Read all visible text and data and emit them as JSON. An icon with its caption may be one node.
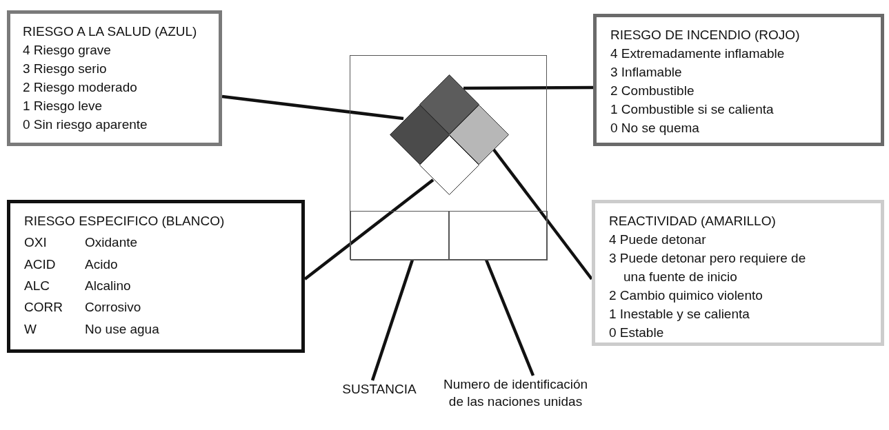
{
  "diagram": {
    "nodes": [
      {
        "text": [
          "RIESGO A LA SALUD (AZUL)",
          "4 Riesgo grave",
          "3 Riesgo serio",
          "2 Riesgo moderado",
          "1 Riesgo leve",
          "0 Sin riesgo aparente"
        ]
      },
      {
        "text": [
          "RIESGO DE INCENDIO (ROJO)",
          "4 Extremadamente inflamable",
          "3 Inflamable",
          "2 Combustible",
          "1 Combustible si se calienta",
          "0 No se quema"
        ]
      },
      {
        "text": [
          "RIESGO ESPECIFICO (BLANCO)",
          "OXI",
          "Oxidante",
          "ACID",
          "Acido",
          "ALC",
          "Alcalino",
          "CORR",
          "Corrosivo",
          "W",
          "No use agua"
        ]
      },
      {
        "text": [
          "REACTIVIDAD (AMARILLO)",
          "4 Puede detonar",
          "3 Puede detonar pero requiere de una fuente de inicio",
          "2 Cambio quimico violento",
          "1 Inestable y se calienta",
          "0 Estable"
        ]
      },
      {
        "text": [],
        "shape": "box"
      },
      {
        "text": [],
        "shape": "diamond",
        "in": 4
      },
      {
        "text": [],
        "shape": "diamond",
        "in": 4
      },
      {
        "text": [],
        "shape": "diamond",
        "in": 4
      },
      {
        "text": [],
        "shape": "diamond",
        "in": 4
      },
      {
        "text": [],
        "shape": "box",
        "in": 4
      },
      {
        "text": [],
        "shape": "box",
        "in": 4
      },
      {
        "text": [
          "SUSTANCIA"
        ]
      },
      {
        "text": [
          "Numero de identificación de las naciones unidas"
        ]
      }
    ],
    "edges": [
      {
        "from": 0,
        "to": 5,
        "arrow": "none"
      },
      {
        "from": 1,
        "to": 6,
        "arrow": "none"
      },
      {
        "from": 2,
        "to": 8,
        "arrow": "none"
      },
      {
        "from": 3,
        "to": 7,
        "arrow": "none"
      },
      {
        "from": 11,
        "to": 9,
        "arrow": "none"
      },
      {
        "from": 12,
        "to": 10,
        "arrow": "none"
      }
    ]
  }
}
